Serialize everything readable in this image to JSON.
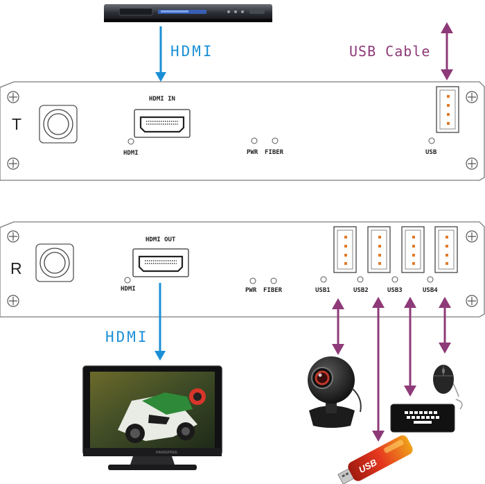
{
  "top_unit": {
    "letter": "T",
    "port_label": "HDMI IN",
    "leds": {
      "hdmi": "HDMI",
      "pwr": "PWR",
      "fiber": "FIBER",
      "usb": "USB"
    },
    "input_label": "HDMI",
    "usb_cable_label": "USB Cable"
  },
  "bottom_unit": {
    "letter": "R",
    "port_label": "HDMI OUT",
    "leds": {
      "hdmi": "HDMI",
      "pwr": "PWR",
      "fiber": "FIBER"
    },
    "usb_ports": [
      "USB1",
      "USB2",
      "USB3",
      "USB4"
    ],
    "output_label": "HDMI"
  },
  "devices": {
    "dvd_player": "dvd-player",
    "monitor": "monitor",
    "monitor_brand": "HANNSPREE",
    "webcam": "webcam",
    "usb_stick": "usb-stick",
    "usb_stick_text": "USB",
    "keyboard": "keyboard",
    "mouse": "mouse"
  },
  "colors": {
    "hdmi_arrow": "#1a8fd6",
    "usb_arrow": "#8e3a78",
    "accent_orange": "#e07b2a"
  }
}
